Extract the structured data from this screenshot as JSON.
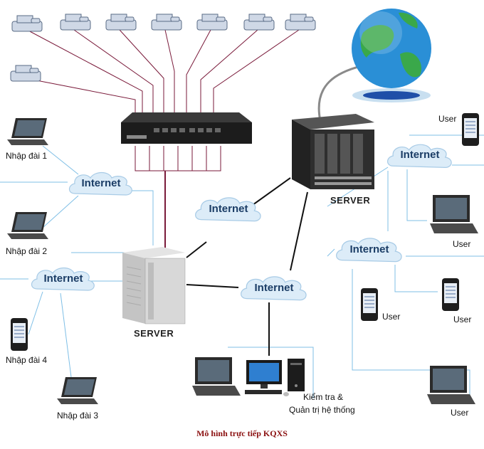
{
  "labels": {
    "internet": "Internet",
    "server": "SERVER",
    "user": "User",
    "nhap_dai_1": "Nhập đài 1",
    "nhap_dai_2": "Nhập đài 2",
    "nhap_dai_3": "Nhập đài 3",
    "nhap_dai_4": "Nhập đài 4",
    "admin_line1": "Kiểm tra &",
    "admin_line2": "Quản trị hệ thống",
    "caption": "Mô hình trực tiếp KQXS"
  },
  "colors": {
    "fax_wire": "#7a1a3a",
    "backbone": "#111111",
    "light_line": "#7fbfe6",
    "cloud_fill": "#dcecf8",
    "cloud_text": "#1b3d66",
    "caption": "#8b1010"
  }
}
